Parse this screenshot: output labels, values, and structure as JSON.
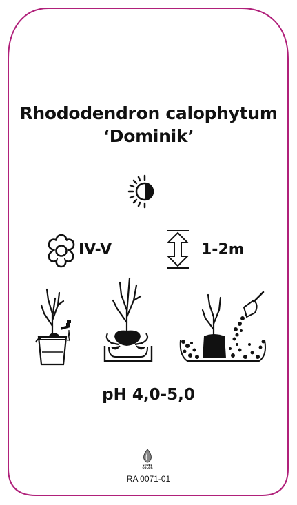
{
  "plant": {
    "name": "Rhododendron calophytum",
    "cultivar": "‘Dominik’"
  },
  "icons": {
    "exposure": "sun-half-shade-icon",
    "flower": "flower-icon",
    "height": "height-arrow-icon",
    "planting_steps": [
      "plant-in-bucket-icon",
      "plant-with-rootball-icon",
      "plant-soil-filling-icon"
    ]
  },
  "bloom_period": "IV-V",
  "height_range": "1-2m",
  "soil_ph": "pH 4,0-5,0",
  "brand_text": "SUPER COLOR",
  "label_code": "RA 0071-01",
  "colors": {
    "border": "#b0207a",
    "ink": "#111111"
  }
}
